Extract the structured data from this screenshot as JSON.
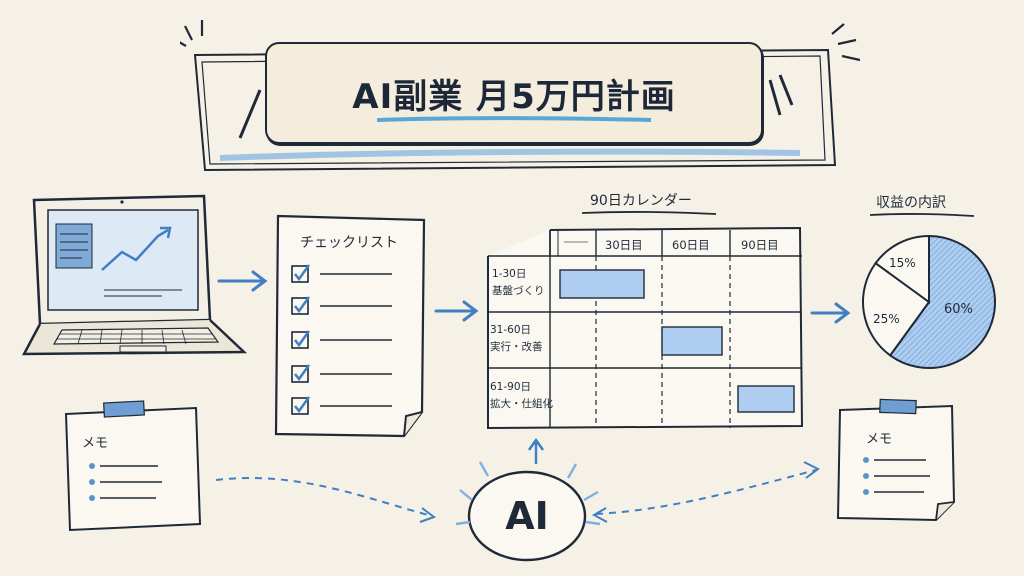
{
  "title": "AI副業 月5万円計画",
  "checklist": {
    "title": "チェックリスト",
    "items": 5
  },
  "calendar": {
    "title": "90日カレンダー",
    "columns": [
      "30日目",
      "60日目",
      "90日目"
    ],
    "rows": [
      {
        "range": "1-30日",
        "label": "基盤づくり"
      },
      {
        "range": "31-60日",
        "label": "実行・改善"
      },
      {
        "range": "61-90日",
        "label": "拡大・仕組化"
      }
    ]
  },
  "revenue": {
    "title": "収益の内訳",
    "slices": [
      {
        "label": "60%",
        "value": 60
      },
      {
        "label": "25%",
        "value": 25
      },
      {
        "label": "15%",
        "value": 15
      }
    ]
  },
  "memo_left": {
    "title": "メモ"
  },
  "memo_right": {
    "title": "メモ"
  },
  "ai_badge": "AI",
  "colors": {
    "ink": "#1f2a38",
    "accent": "#3f7fc4",
    "fill": "#aecdf0",
    "paper": "#f6f1e6"
  }
}
